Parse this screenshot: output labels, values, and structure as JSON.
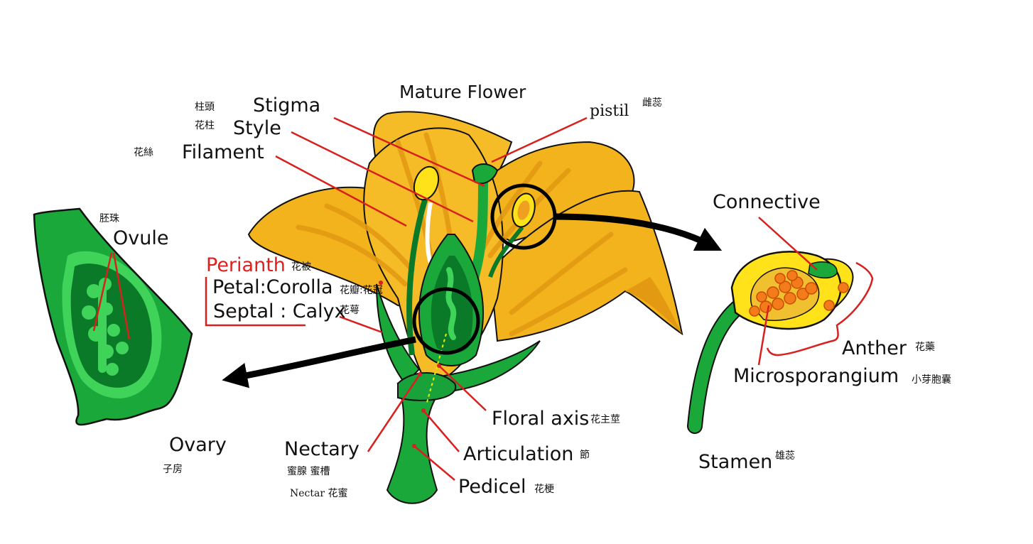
{
  "diagram": {
    "title": "Mature Flower",
    "labels": {
      "stigma": "Stigma",
      "stigma_zh": "柱頭",
      "style": "Style",
      "style_zh": "花柱",
      "filament": "Filament",
      "filament_zh": "花絲",
      "pistil": "pistil",
      "pistil_zh": "雌蕊",
      "ovule": "Ovule",
      "ovule_zh": "胚珠",
      "perianth": "Perianth",
      "perianth_zh": "花被",
      "petal": "Petal:Corolla",
      "petal_zh": "花瓣:花冠",
      "septal": "Septal : Calyx",
      "septal_zh": "花萼",
      "connective": "Connective",
      "anther": "Anther",
      "anther_zh": "花藥",
      "microsporangium": "Microsporangium",
      "microsporangium_zh": "小芽胞囊",
      "floral_axis": "Floral axis",
      "floral_axis_zh": "花主莖",
      "articulation": "Articulation",
      "articulation_zh": "節",
      "pedicel": "Pedicel",
      "pedicel_zh": "花梗",
      "nectary": "Nectary",
      "nectary_zh": "蜜腺 蜜槽",
      "nectar": "Nectar 花蜜",
      "ovary": "Ovary",
      "ovary_zh": "子房",
      "stamen": "Stamen",
      "stamen_zh": "雄蕊"
    },
    "colors": {
      "petal": "#f2b31c",
      "petal_dark": "#e39a12",
      "green": "#1aa83a",
      "green_dark": "#0a7a28",
      "green_light": "#3fd35a",
      "yellow": "#ffe21a",
      "orange_ball": "#f47b1a",
      "leader_red": "#d8201e",
      "outline": "#111111"
    }
  }
}
